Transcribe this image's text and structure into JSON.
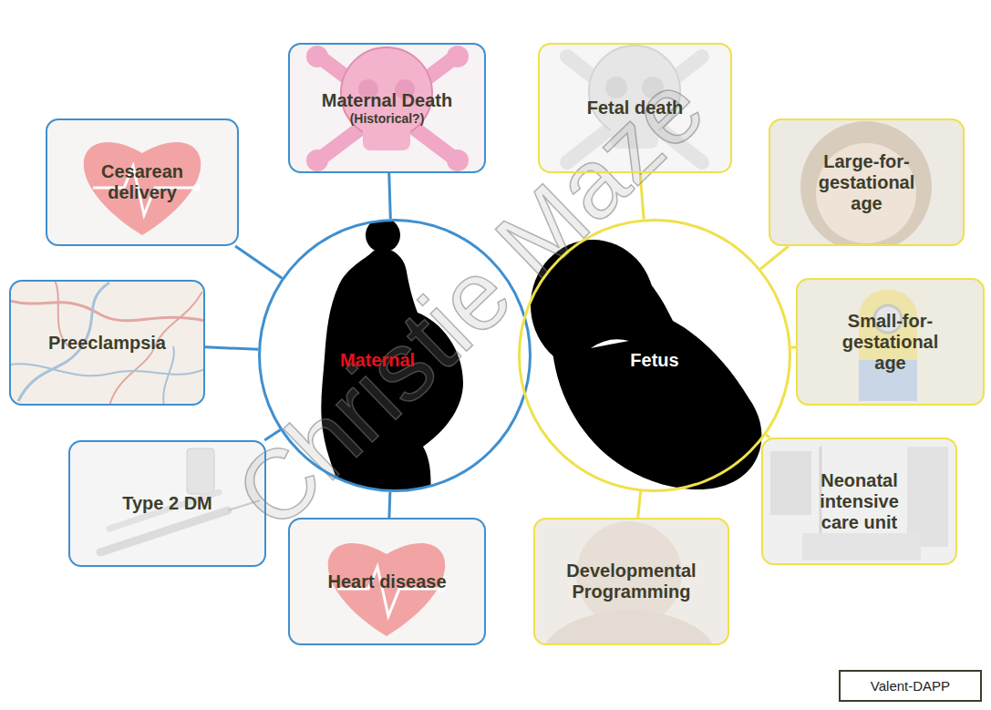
{
  "diagram": {
    "nodes": [
      {
        "text": [
          "Maternal Death",
          "(Historical?)"
        ]
      },
      {
        "text": [
          "Fetal death"
        ]
      },
      {
        "text": [
          "Cesarean delivery"
        ]
      },
      {
        "text": [
          "Large-for-gestational age"
        ]
      },
      {
        "text": [
          "Preeclampsia"
        ]
      },
      {
        "text": [
          "Maternal"
        ]
      },
      {
        "text": [
          "Fetus"
        ]
      },
      {
        "text": [
          "Small-for-gestational age"
        ]
      },
      {
        "text": [
          "Type 2 DM"
        ]
      },
      {
        "text": [
          "Neonatal intensive care unit"
        ]
      },
      {
        "text": [
          "Heart disease"
        ]
      },
      {
        "text": [
          "Developmental Programming"
        ]
      },
      {
        "text": [
          "Valent-DAPP"
        ]
      }
    ],
    "edges": [
      {
        "from": 5,
        "to": 0,
        "arrow": "none"
      },
      {
        "from": 5,
        "to": 2,
        "arrow": "none"
      },
      {
        "from": 5,
        "to": 4,
        "arrow": "none"
      },
      {
        "from": 5,
        "to": 8,
        "arrow": "none"
      },
      {
        "from": 5,
        "to": 10,
        "arrow": "none"
      },
      {
        "from": 6,
        "to": 1,
        "arrow": "none"
      },
      {
        "from": 6,
        "to": 3,
        "arrow": "none"
      },
      {
        "from": 6,
        "to": 7,
        "arrow": "none"
      },
      {
        "from": 6,
        "to": 9,
        "arrow": "none"
      },
      {
        "from": 6,
        "to": 11,
        "arrow": "none"
      }
    ],
    "labels": [
      "Christie Maze"
    ]
  }
}
